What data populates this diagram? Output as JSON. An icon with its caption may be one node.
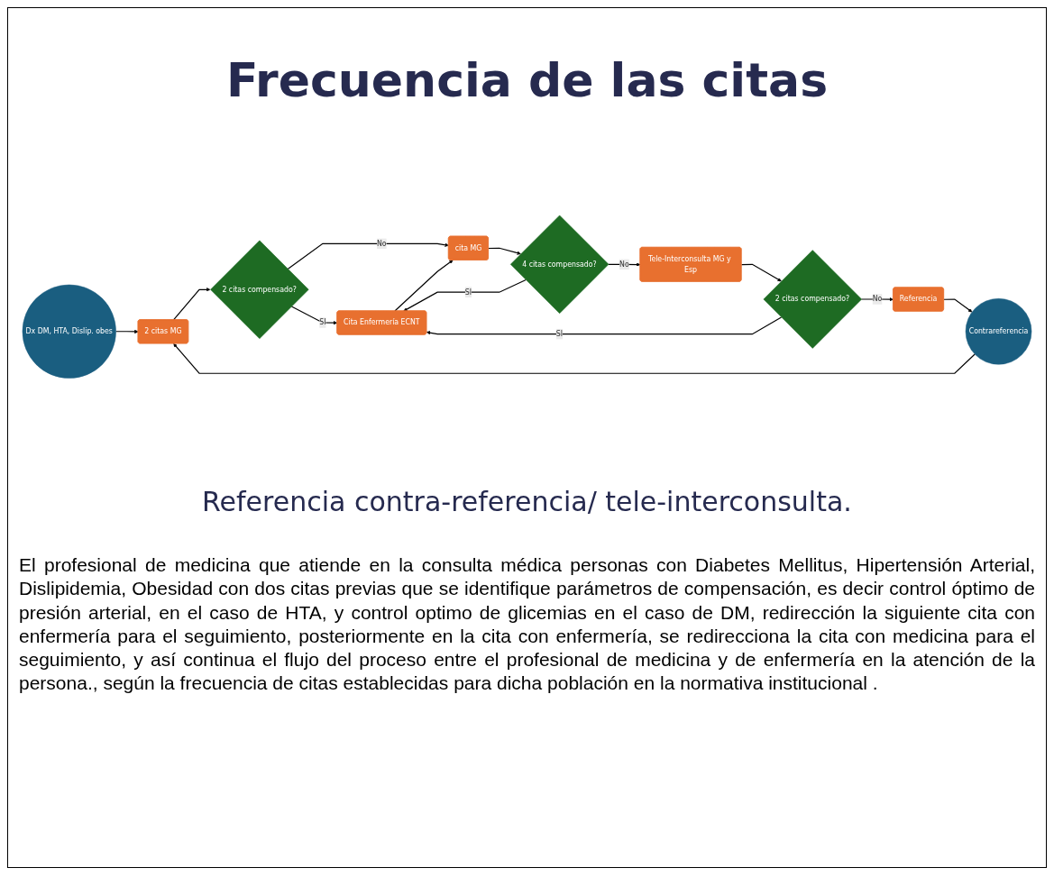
{
  "diagram": {
    "title": "Frecuencia de las citas",
    "caption": "Referencia contra-referencia/ tele-interconsulta.",
    "nodes": [
      {
        "text": [
          "Dx DM, HTA, Dislip. obes"
        ]
      },
      {
        "text": [
          "2 citas MG"
        ]
      },
      {
        "text": [
          "2 citas compensado?"
        ]
      },
      {
        "text": [
          "Cita Enfermería ECNT"
        ]
      },
      {
        "text": [
          "cita MG"
        ]
      },
      {
        "text": [
          "4 citas compensado?"
        ]
      },
      {
        "text": [
          "Tele-Interconsulta MG y Esp"
        ]
      },
      {
        "text": [
          "2 citas compensado?"
        ]
      },
      {
        "text": [
          "Referencia"
        ]
      },
      {
        "text": [
          "Contrareferencia"
        ]
      }
    ],
    "edges": [
      {
        "from": 0,
        "to": 1,
        "arrow": "to"
      },
      {
        "from": 1,
        "to": 2,
        "arrow": "to"
      },
      {
        "from": 2,
        "to": 3,
        "arrow": "to",
        "label": "SI"
      },
      {
        "from": 2,
        "to": 4,
        "arrow": "to",
        "label": "No"
      },
      {
        "from": 3,
        "to": 4,
        "arrow": "to"
      },
      {
        "from": 4,
        "to": 5,
        "arrow": "to"
      },
      {
        "from": 5,
        "to": 6,
        "arrow": "to",
        "label": "No"
      },
      {
        "from": 5,
        "to": 3,
        "arrow": "to",
        "label": "SI"
      },
      {
        "from": 6,
        "to": 7,
        "arrow": "to"
      },
      {
        "from": 7,
        "to": 8,
        "arrow": "to",
        "label": "No"
      },
      {
        "from": 7,
        "to": 3,
        "arrow": "to",
        "label": "SI"
      },
      {
        "from": 8,
        "to": 9,
        "arrow": "to"
      },
      {
        "from": 9,
        "to": 1,
        "arrow": "to"
      }
    ],
    "labels": [
      "El profesional de medicina  que atiende en la consulta médica personas con Diabetes Mellitus, Hipertensión Arterial, Dislipidemia, Obesidad con dos citas previas que se identifique parámetros de compensación, es decir control óptimo de presión arterial, en el caso de HTA, y control optimo de glicemias en el caso de DM, redirección la siguiente cita con enfermería para el seguimiento, posteriormente en la cita con enfermería, se redirecciona la cita con medicina para el seguimiento, y así continua el flujo del proceso entre el profesional de medicina y de enfermería en la atención de la persona., según la frecuencia de citas establecidas para dicha población en la normativa institucional ."
    ]
  }
}
